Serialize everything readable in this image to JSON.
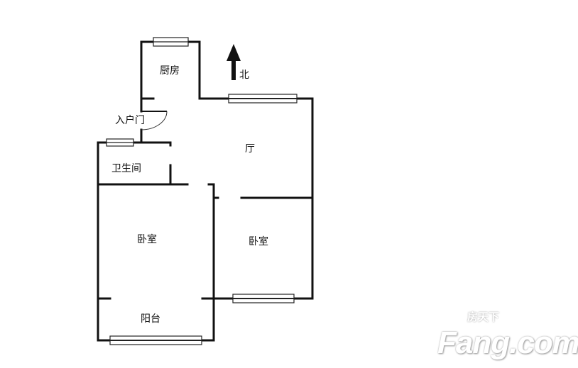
{
  "rooms": {
    "kitchen": "厨房",
    "entrance_door": "入户门",
    "bathroom": "卫生间",
    "living_room": "厅",
    "bedroom_1": "卧室",
    "bedroom_2": "卧室",
    "balcony": "阳台"
  },
  "compass": {
    "north_label": "北"
  },
  "watermark": {
    "brand": "Fang.com",
    "brand_cn": "房天下"
  },
  "colors": {
    "wall": "#111111",
    "background": "#ffffff"
  }
}
